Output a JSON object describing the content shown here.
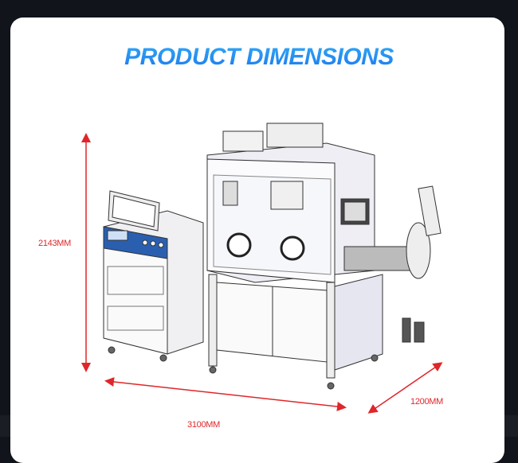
{
  "title": "PRODUCT DIMENSIONS",
  "dimensions": {
    "height": "2143MM",
    "width": "3100MM",
    "depth": "1200MM"
  },
  "colors": {
    "title": "#1e88f0",
    "dimension_lines": "#e0262a",
    "background": "#11141b",
    "card": "#ffffff",
    "control_panel": "#2a5fb0"
  }
}
